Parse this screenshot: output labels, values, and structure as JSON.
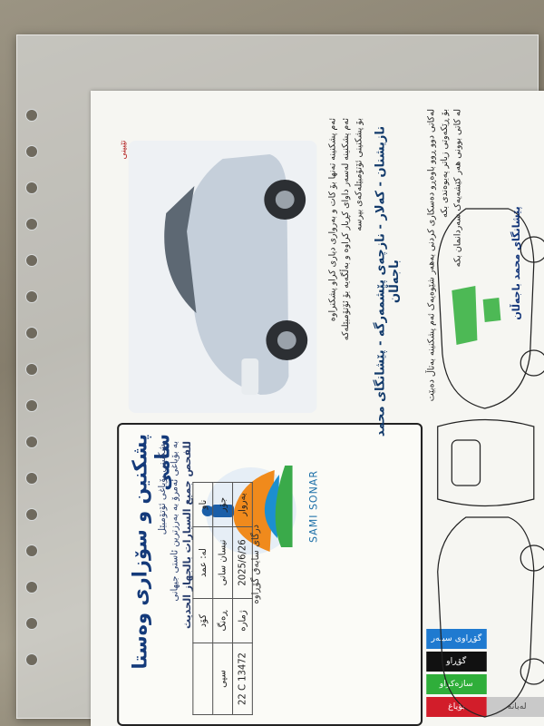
{
  "brand": {
    "title": "پشکنین و سۆزاری وەستا سامی",
    "subtitle_lines": [
      "پشکنینی بۆیاغی ئۆتۆمبێل",
      "بە بۆیاغی ئەمرۆ بە بەرزترین ئاستی جیهانی"
    ],
    "subtitle_ar": "للفحص جميع السيارات بالجهاز الحديث",
    "logo_caption": "SAMI SONAR"
  },
  "vehicle_info": {
    "rows": [
      {
        "label": "کۆد",
        "value": ""
      },
      {
        "label": "ڕەنگ",
        "value": "سپی"
      },
      {
        "label": "ژمارە",
        "value": "22 C 13472"
      }
    ],
    "rows2": [
      {
        "label": "ناو",
        "value": "لە: عمد"
      },
      {
        "label": "جۆر",
        "value": "نیسان سانی"
      },
      {
        "label": "بەروار",
        "value": "2025/6/26"
      }
    ],
    "dealer_note": "درگای سایەق گۆڕاوە"
  },
  "tag": "تێبینی",
  "notes": [
    "ئەم پشکنینە تەنها بۆ کات و بەرواری دیاری کراو پشکنراوە",
    "ئەم پشکنینە لەسەر داوای کڕیار کراوە و بەڵگەیە بۆ ئۆتۆمبێلەکە",
    "بۆ پشکنینی ئۆتۆمبێلەکەی بپرسە"
  ],
  "address": "نازیشنان - کەلار - نازچەی پێشمەرگە - پێشانگای محمد باجەڵان",
  "legend": [
    {
      "label": "بۆیاغ",
      "color": "#d21d2a"
    },
    {
      "label": "سازەکراو",
      "color": "#2fae3a"
    },
    {
      "label": "گۆڕاو",
      "color": "#111111"
    },
    {
      "label": "گۆڕاوی سیلەر",
      "color": "#1f7ad0"
    },
    {
      "label": "لەبانە",
      "color": "#c9c9c9"
    }
  ],
  "warnings": [
    "لەکاتی دوو ڕوو باوەڕو دەسکاری کردنی بەھەر شێوەیەک ئەم پشکنینە بەتاڵ دەبێت",
    "بۆ ڕێکەوتی زیاتر پەیوەندی بکە",
    "لە کاتی بوونی هەر کێشەیەک سەردانمان بکە"
  ],
  "dealer": "پێشانگای محمد باجەڵان",
  "colors": {
    "brand_blue": "#143a7a",
    "paint_green": "#2fae3a"
  }
}
